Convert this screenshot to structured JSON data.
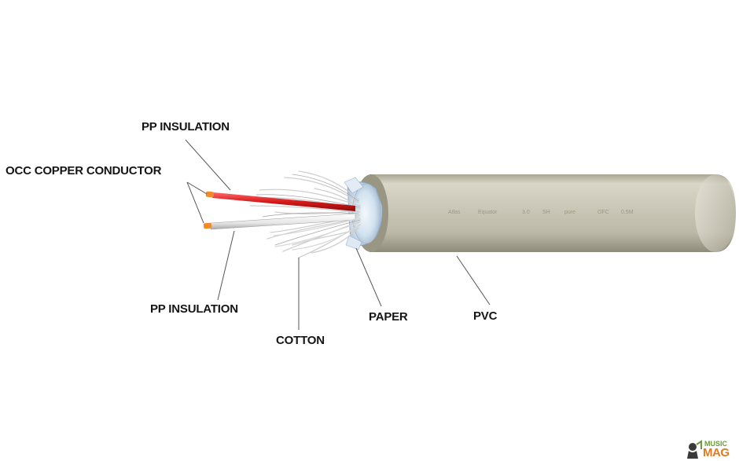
{
  "labels": {
    "pp_insulation_top": "PP INSULATION",
    "occ_copper_conductor": "OCC COPPER CONDUCTOR",
    "pp_insulation_bottom": "PP INSULATION",
    "cotton": "COTTON",
    "paper": "PAPER",
    "pvc": "PVC"
  },
  "jacket_print": [
    "Atlas",
    "Equator",
    "3.0",
    "SH",
    "pure",
    "OFC",
    "0.5M"
  ],
  "watermark": {
    "line1": "MUSIC",
    "line2": "MAG"
  },
  "colors": {
    "jacket": "#c8c4b4",
    "paper": "#c9dced",
    "red_insulation": "#d62020",
    "white_insulation": "#f2f2f2",
    "copper": "#f08a2a",
    "leader_line": "#555555"
  }
}
